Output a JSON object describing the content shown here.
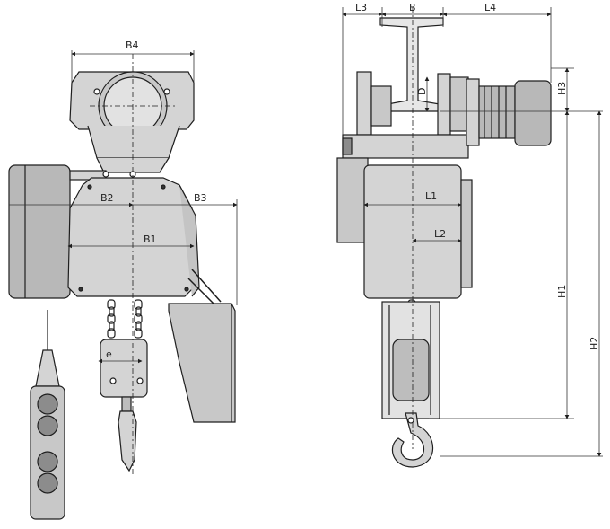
{
  "colors": {
    "line": "#1e1e1e",
    "body": "#d4d4d4",
    "motor": "#b8b8b8",
    "dark": "#8c8c8c",
    "dim": "#333333"
  },
  "labels": {
    "b4": "B4",
    "b2": "B2",
    "b3": "B3",
    "b1": "B1",
    "e": "e",
    "l3": "L3",
    "b": "B",
    "l4": "L4",
    "d": "D",
    "h3": "H3",
    "l1": "L1",
    "l2": "L2",
    "h1": "H1",
    "h2": "H2"
  }
}
